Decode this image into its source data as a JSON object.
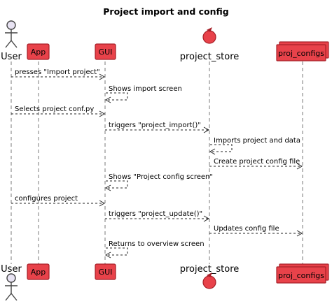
{
  "title": "Project import and config",
  "participants": {
    "user": "User",
    "app": "App",
    "gui": "GUI",
    "store": "project_store",
    "configs": "proj_configs"
  },
  "messages": [
    "presses \"Import project\"",
    "Shows import screen",
    "Selects project conf.py",
    "triggers \"project_import()\"",
    "Imports project and data",
    "Create project config file",
    "Shows \"Project config screen\"",
    "configures project",
    "triggers \"project_update()\"",
    "Updates config file",
    "Returns to overview screen"
  ],
  "colors": {
    "participant_fill": "#e8424a",
    "participant_border": "#a61f27",
    "actor_head": "#e8e3f3"
  }
}
